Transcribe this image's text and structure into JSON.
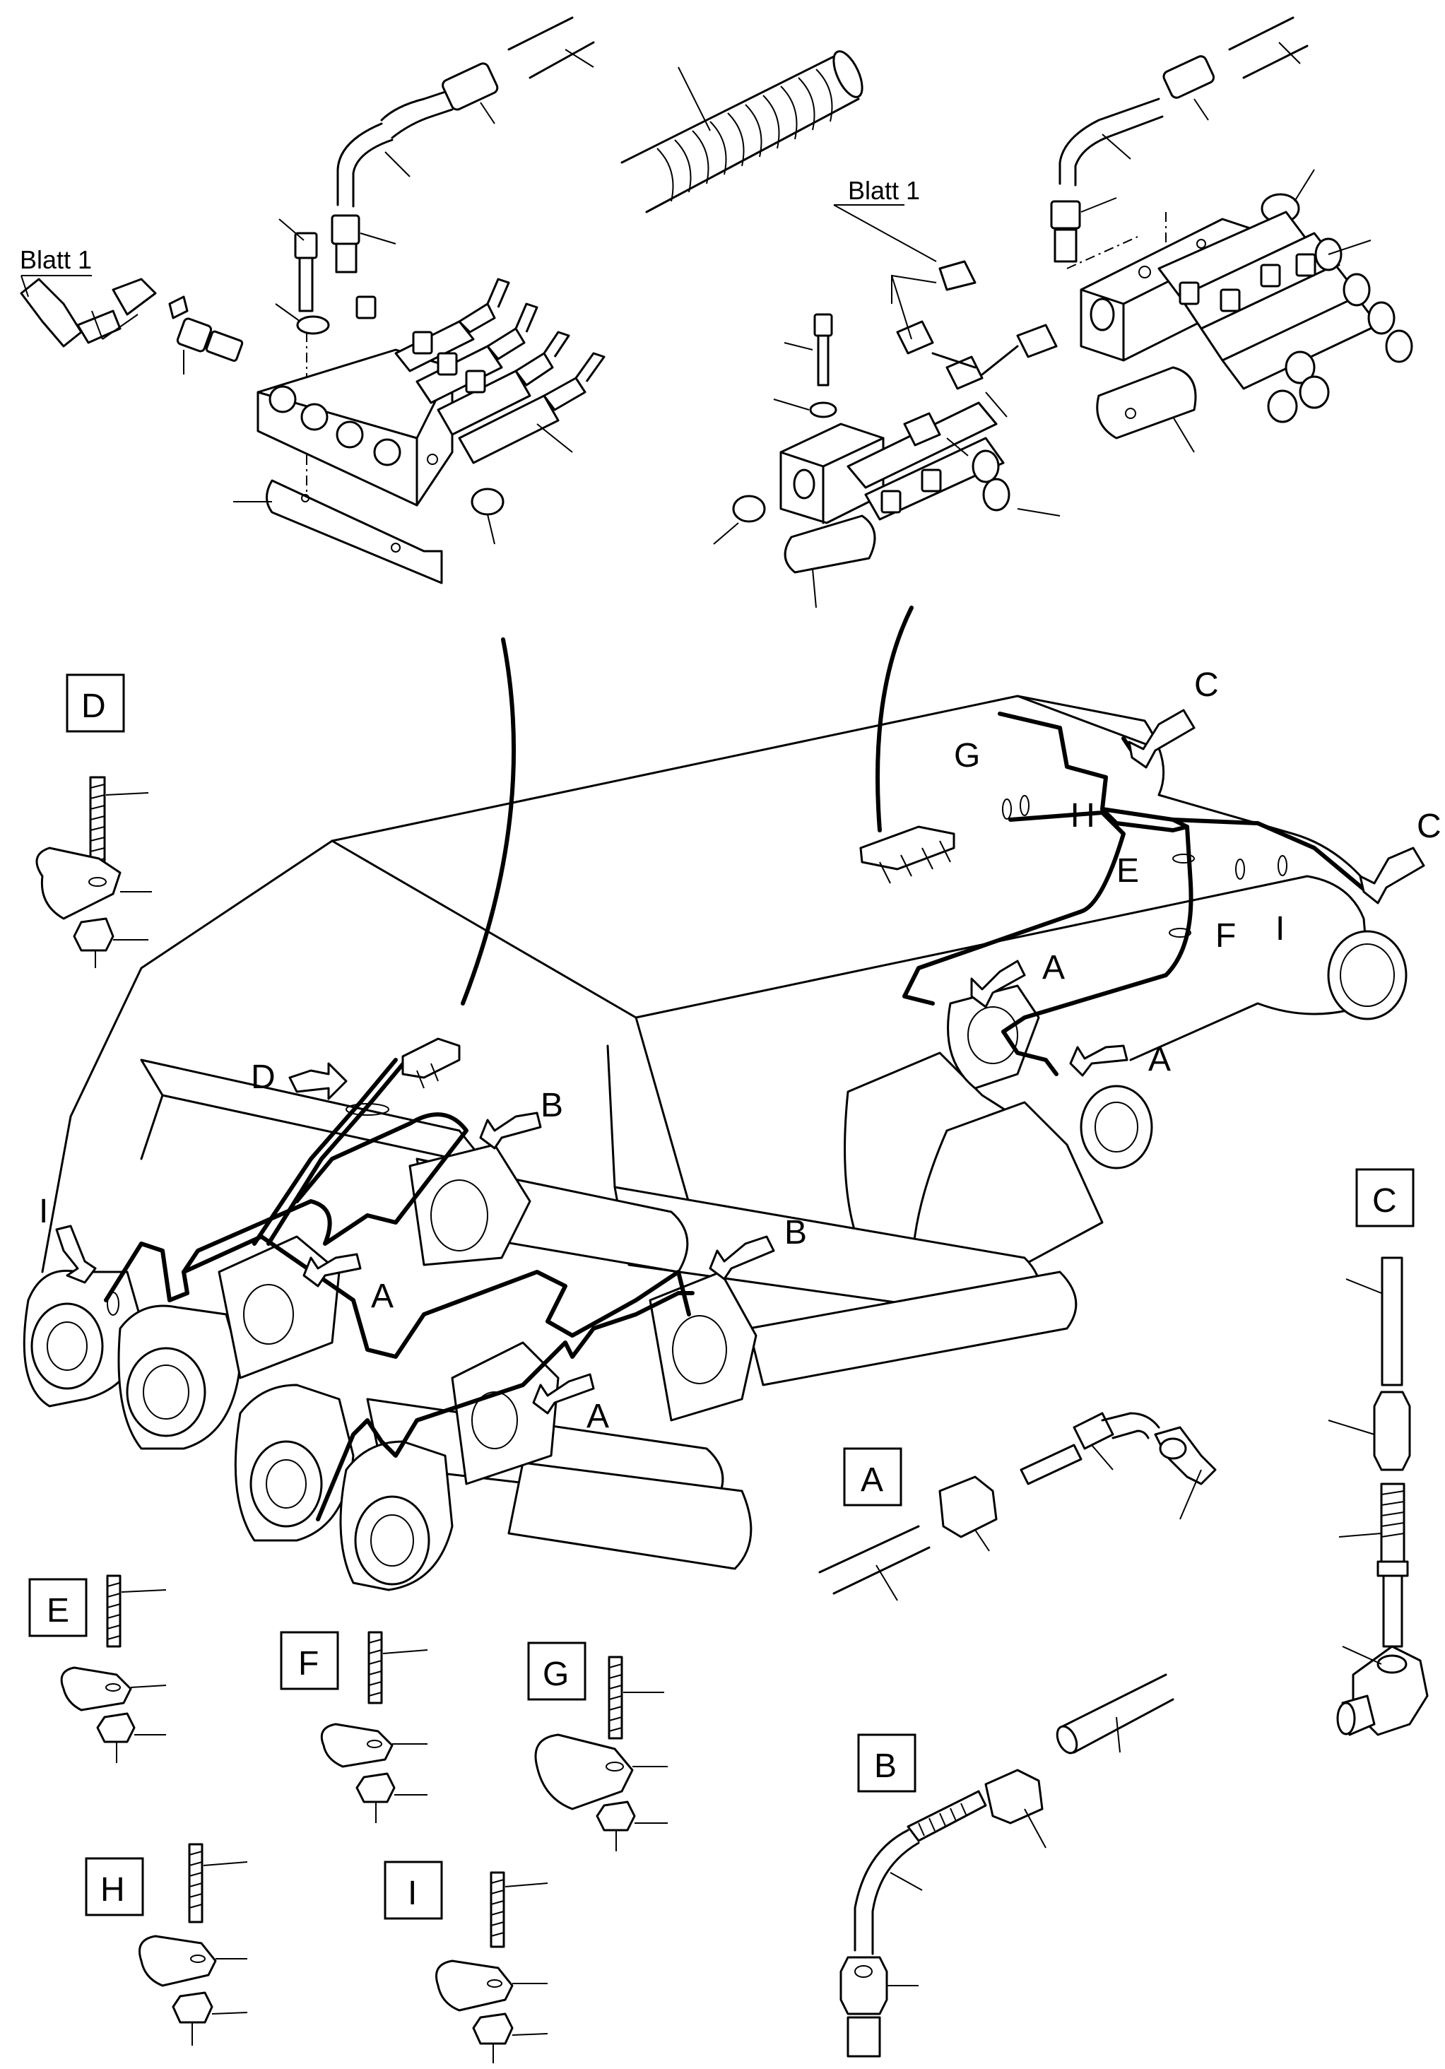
{
  "sheet_ref": {
    "text": "Blatt 1"
  },
  "detail_boxes": {
    "A": "A",
    "B": "B",
    "C": "C",
    "D": "D",
    "E": "E",
    "F": "F",
    "G": "G",
    "H": "H",
    "I": "I"
  },
  "callouts": {
    "A": "A",
    "B": "B",
    "C": "C",
    "D": "D",
    "E": "E",
    "F": "F",
    "G": "G",
    "H": "H",
    "I": "I"
  }
}
